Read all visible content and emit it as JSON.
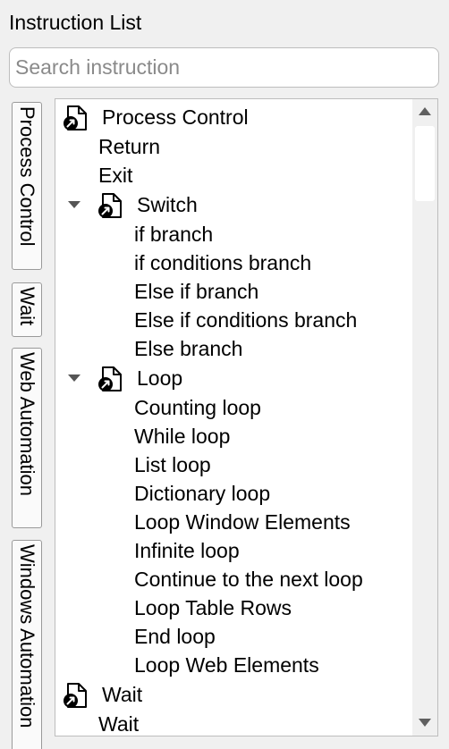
{
  "panel": {
    "title": "Instruction List"
  },
  "search": {
    "placeholder": "Search instruction",
    "value": ""
  },
  "category_tabs": [
    {
      "label": "Process Control"
    },
    {
      "label": "Wait"
    },
    {
      "label": "Web Automation"
    },
    {
      "label": "Windows Automation"
    }
  ],
  "tree": {
    "process_control": {
      "label": "Process Control",
      "items": [
        "Return",
        "Exit"
      ],
      "switch": {
        "label": "Switch",
        "expanded": true,
        "items": [
          "if branch",
          "if conditions branch",
          "Else if branch",
          "Else if conditions branch",
          "Else branch"
        ]
      },
      "loop": {
        "label": "Loop",
        "expanded": true,
        "items": [
          "Counting loop",
          "While loop",
          "List loop",
          "Dictionary loop",
          "Loop Window Elements",
          "Infinite loop",
          "Continue to the next loop",
          "Loop Table Rows",
          "End loop",
          "Loop Web Elements"
        ]
      }
    },
    "wait": {
      "label": "Wait",
      "items": [
        "Wait"
      ]
    }
  },
  "colors": {
    "background": "#f0f0f0",
    "panel_background": "#ffffff",
    "border": "#bdbdbd",
    "placeholder": "#8a8a8a"
  },
  "icons": {
    "group": "document-arrow-icon",
    "expander": "triangle-down-icon",
    "scroll_up": "scroll-up-arrow-icon",
    "scroll_down": "scroll-down-arrow-icon"
  }
}
